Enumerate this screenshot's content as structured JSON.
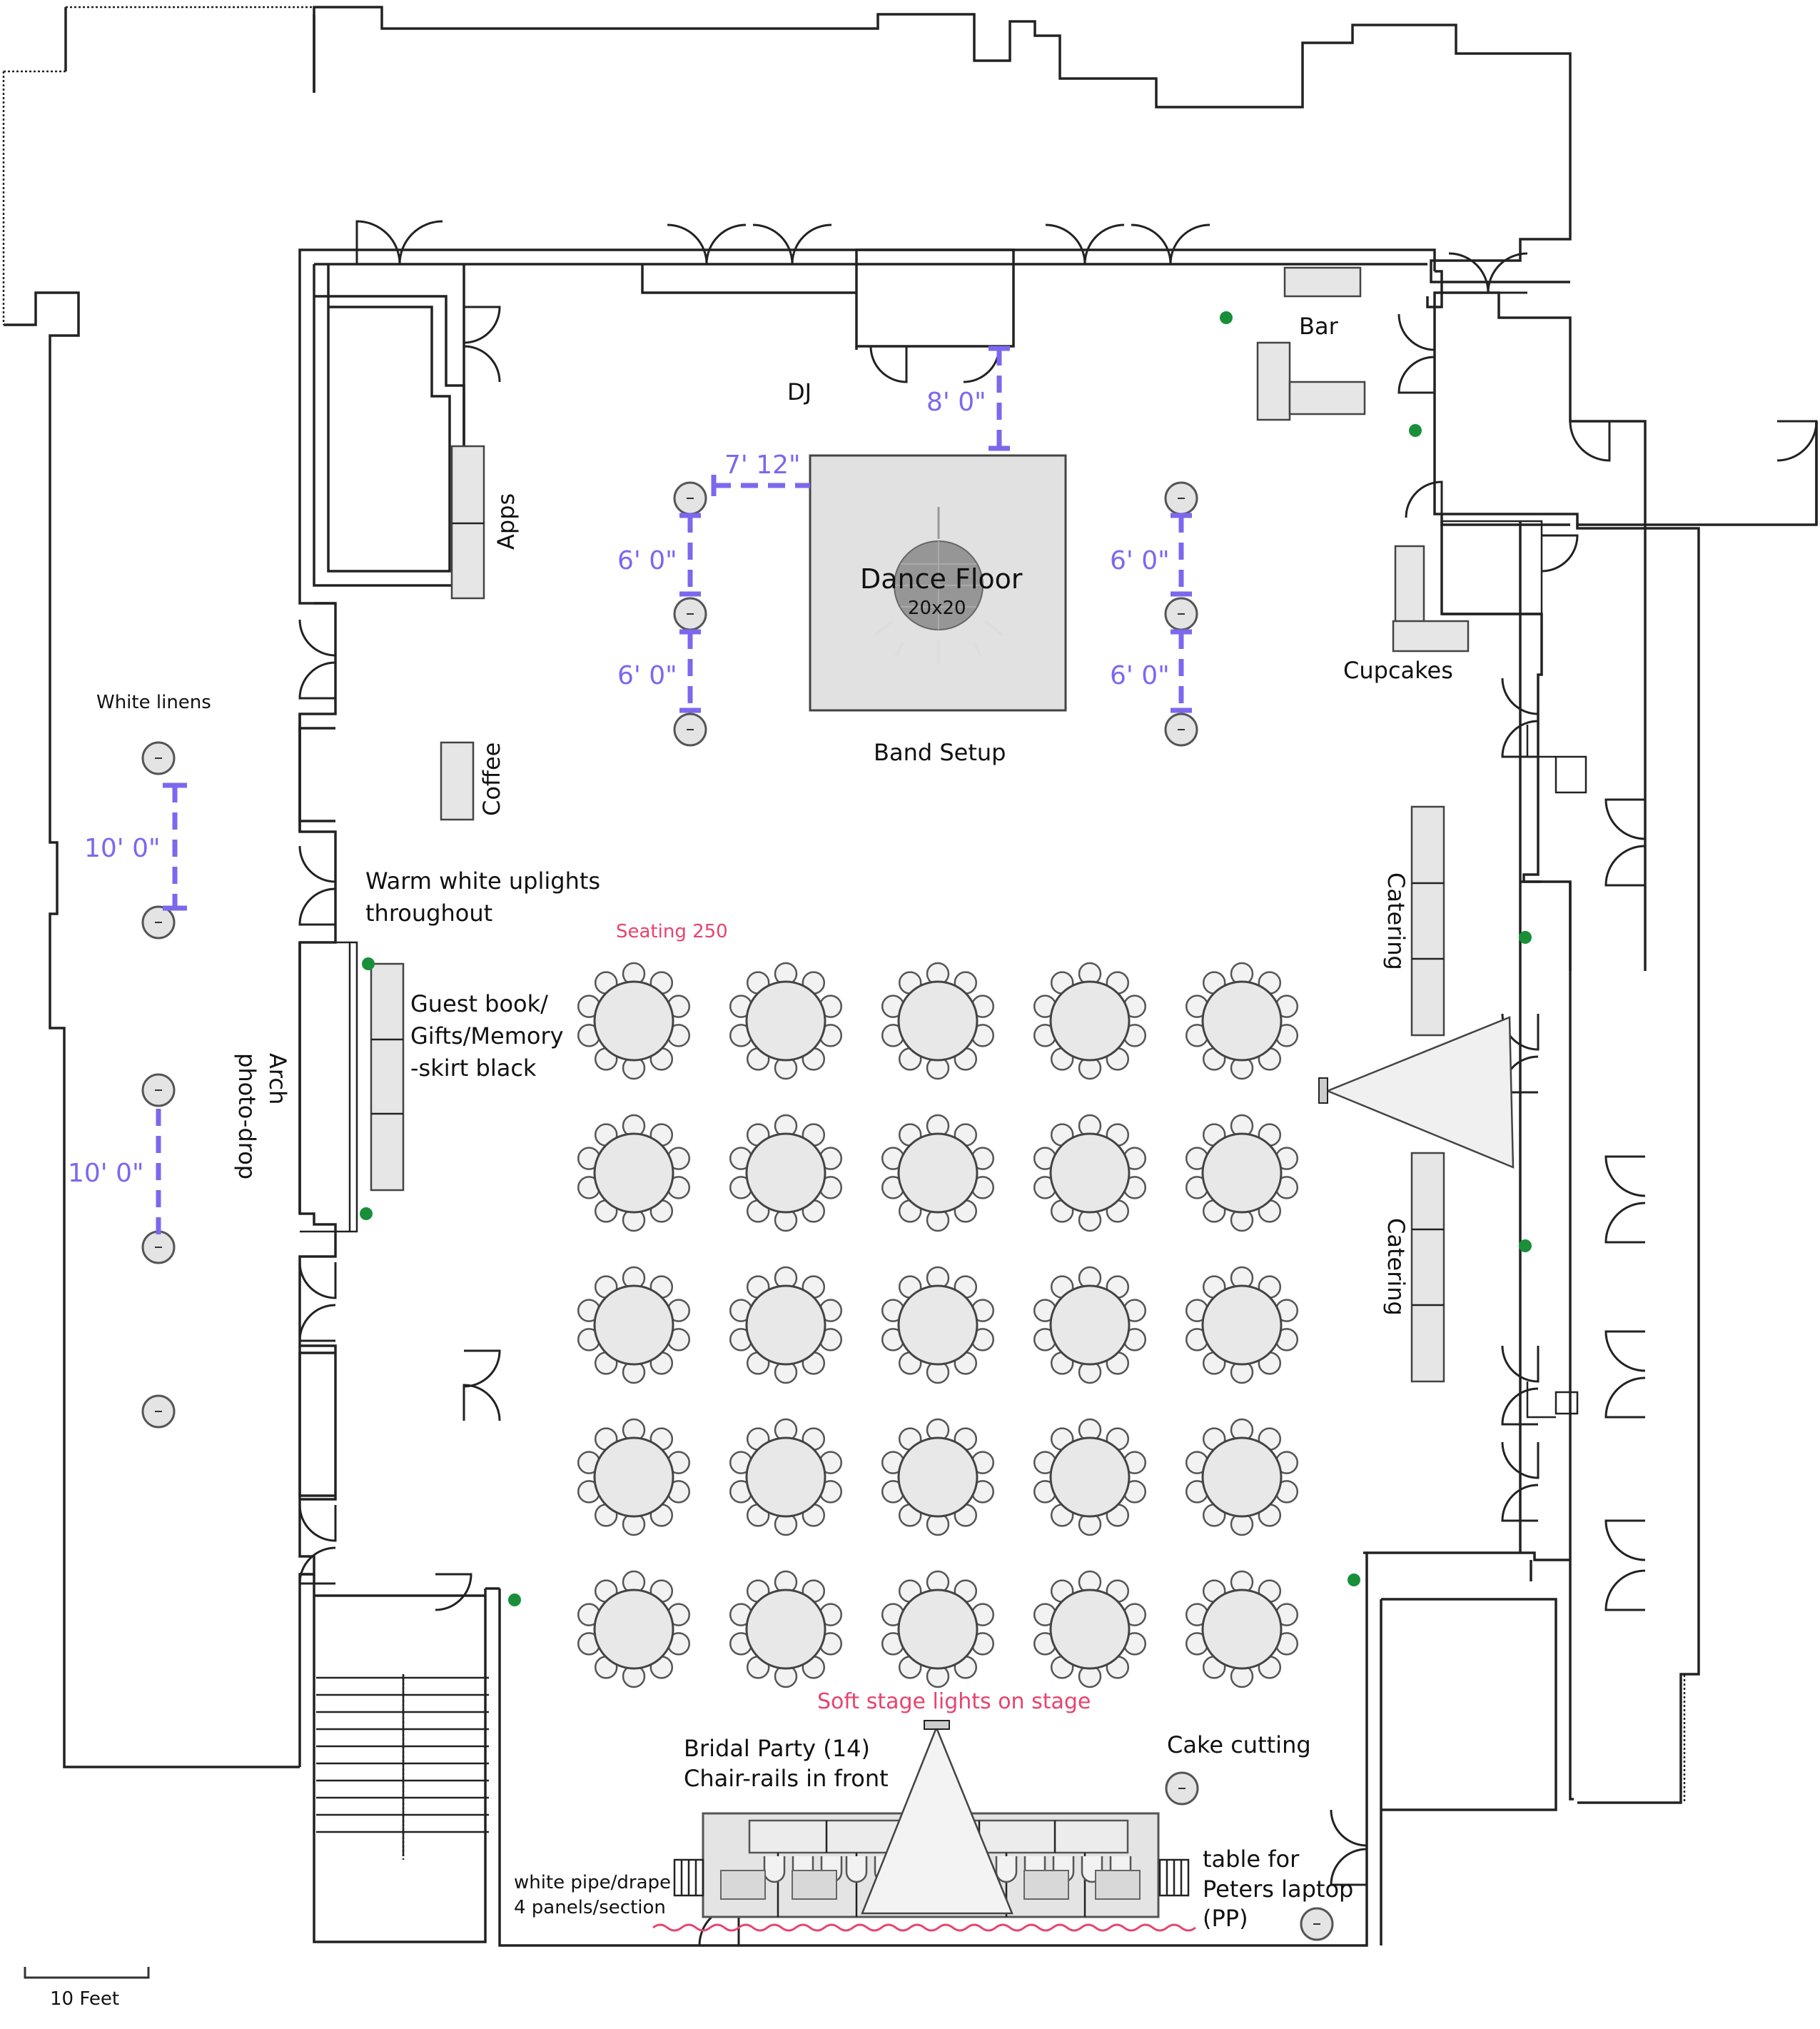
{
  "labels": {
    "dj": "DJ",
    "bar": "Bar",
    "apps": "Apps",
    "coffee": "Coffee",
    "cupcakes": "Cupcakes",
    "dance_floor": "Dance Floor",
    "dance_floor_size": "20x20",
    "band_setup": "Band Setup",
    "catering_1": "Catering",
    "catering_2": "Catering",
    "white_linens": "White linens",
    "uplights_line1": "Warm white uplights",
    "uplights_line2": "throughout",
    "seating": "Seating 250",
    "guest_book_line1": "Guest book/",
    "guest_book_line2": "Gifts/Memory",
    "guest_book_line3": "-skirt black",
    "arch_line1": "Arch",
    "arch_line2": "photo-drop",
    "stage_lights": "Soft stage lights on stage",
    "bridal_line1": "Bridal Party (14)",
    "bridal_line2": "Chair-rails in front",
    "cake_cutting": "Cake cutting",
    "drape_line1": "white pipe/drape",
    "drape_line2": "4 panels/section",
    "laptop_line1": "table for",
    "laptop_line2": "Peters laptop",
    "laptop_line3": "(PP)",
    "scale": "10 Feet"
  },
  "dimensions": {
    "dj_to_floor": "8' 0\"",
    "hightop_to_floor": "7' 12\"",
    "left_upper": "6' 0\"",
    "left_lower": "6' 0\"",
    "right_upper": "6' 0\"",
    "right_lower": "6' 0\"",
    "hall_upper": "10' 0\"",
    "hall_lower": "10' 0\""
  },
  "seating": {
    "rows": 5,
    "columns": 5,
    "chairs_per_table": 10
  },
  "colors": {
    "dimension": "#7b68ee",
    "note": "#e8436e",
    "uplight": "#1a8f3a"
  }
}
